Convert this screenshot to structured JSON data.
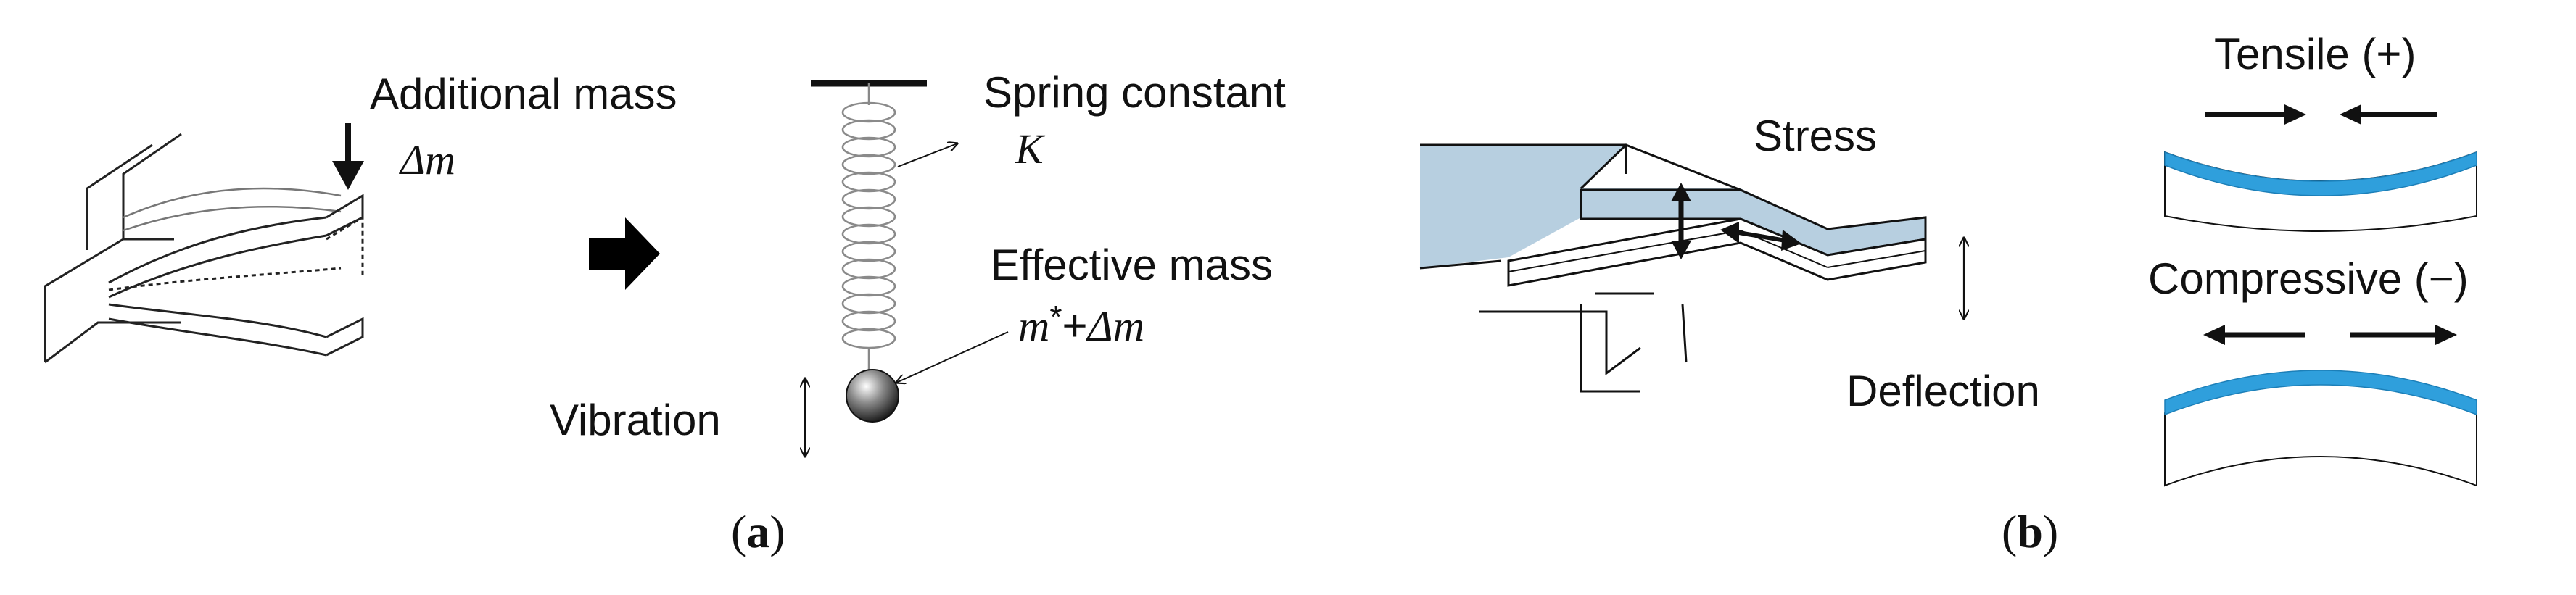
{
  "panel_a": {
    "caption_open": "(",
    "caption_letter": "a",
    "caption_close": ")",
    "additional_mass_label": "Additional mass",
    "delta_m_label": "Δm",
    "spring_constant_label": "Spring constant",
    "k_label": "K",
    "effective_mass_label": "Effective mass",
    "effective_mass_m_star": "m",
    "effective_mass_star": "*",
    "effective_mass_plus": "+",
    "effective_mass_delta_m": "Δm",
    "vibration_label": "Vibration"
  },
  "panel_b": {
    "caption_open": "(",
    "caption_letter": "b",
    "caption_close": ")",
    "stress_label": "Stress",
    "deflection_label": "Deflection",
    "tensile_label": "Tensile (+)",
    "compressive_label": "Compressive (−)"
  },
  "colors": {
    "film_blue": "#2f9fdc",
    "substrate_blue": "#b7cfe0",
    "line": "#111111"
  }
}
